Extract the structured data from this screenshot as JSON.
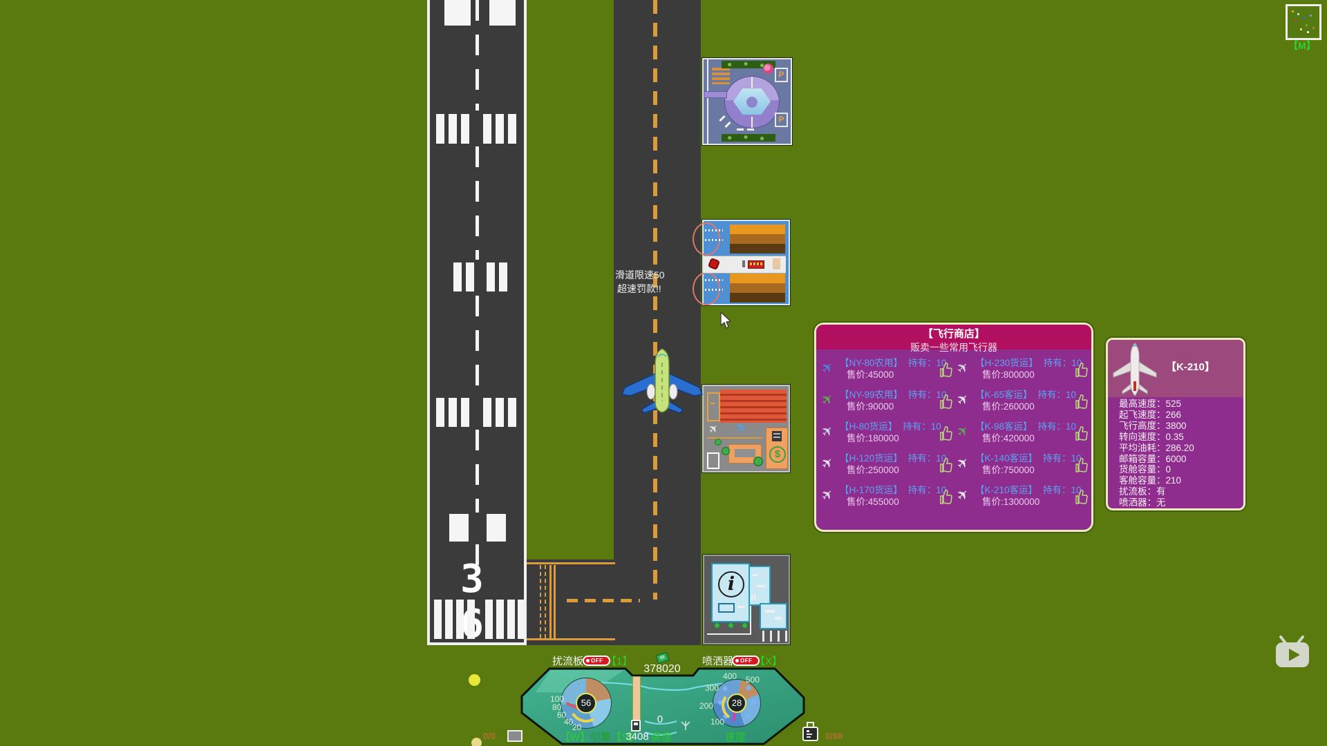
{
  "icons": {
    "plane": "✈"
  },
  "minimap": {
    "label": "【M】"
  },
  "signs": {
    "taxi_line1": "滑道限速50",
    "taxi_line2": "超速罚款!!",
    "runway_number": "3 6",
    "parking": "P",
    "info": "i",
    "dollar": "$"
  },
  "hud": {
    "spoiler_label": "扰流板",
    "spoiler_state": "OFF",
    "spoiler_key": "【1】",
    "sprayer_label": "喷洒器",
    "sprayer_state": "OFF",
    "sprayer_key": "【X】",
    "money": "378020",
    "fuel": "3408",
    "altitude_value": "0",
    "altitude_label": "高度",
    "speed_label": "速度",
    "engine_key_w": "【W】",
    "engine_word": "引擎",
    "engine_key_s": "【S】",
    "counter_left": "0/0",
    "counter_right": "0/98",
    "left_gauge": {
      "value": "56",
      "ticks": [
        "100",
        "80",
        "60",
        "40",
        "20"
      ]
    },
    "right_gauge": {
      "value": "28",
      "ticks": [
        "400",
        "500",
        "300",
        "200",
        "100"
      ]
    }
  },
  "shop": {
    "title": "【飞行商店】",
    "subtitle": "贩卖一些常用飞行器",
    "items": [
      {
        "name": "【NY-80农用】",
        "own": "持有：10",
        "price": "售价:45000"
      },
      {
        "name": "【H-230货运】",
        "own": "持有：10",
        "price": "售价:800000"
      },
      {
        "name": "【NY-99农用】",
        "own": "持有：10",
        "price": "售价:90000"
      },
      {
        "name": "【K-65客运】",
        "own": "持有：10",
        "price": "售价:260000"
      },
      {
        "name": "【H-80货运】",
        "own": "持有：10",
        "price": "售价:180000"
      },
      {
        "name": "【K-98客运】",
        "own": "持有：10",
        "price": "售价:420000"
      },
      {
        "name": "【H-120货运】",
        "own": "持有：10",
        "price": "售价:250000"
      },
      {
        "name": "【K-140客运】",
        "own": "持有：10",
        "price": "售价:750000"
      },
      {
        "name": "【H-170货运】",
        "own": "持有：10",
        "price": "售价:455000"
      },
      {
        "name": "【K-210客运】",
        "own": "持有：10",
        "price": "售价:1300000"
      }
    ]
  },
  "detail": {
    "title": "【K-210】",
    "stats": [
      "最高速度：525",
      "起飞速度：266",
      "飞行高度：3800",
      "转向速度：0.35",
      "平均油耗：286.20",
      "邮箱容量：6000",
      "货舱容量：0",
      "客舱容量：210",
      "扰流板：有",
      "喷洒器：无"
    ]
  },
  "colors": {
    "field_green": "#5a7a10",
    "asphalt": "#3b3b3c",
    "taxi_line_orange": "#dd9b3a",
    "panel_purple": "#8e2d8e",
    "panel_header_crimson": "#b0105f",
    "hud_teal": "#35a07c",
    "item_name_blue": "#5ba2f0",
    "price_pink": "#eccaec",
    "state_off_red": "#d41a24",
    "key_green": "#2bd22b",
    "counter_brown": "#b0702f"
  }
}
